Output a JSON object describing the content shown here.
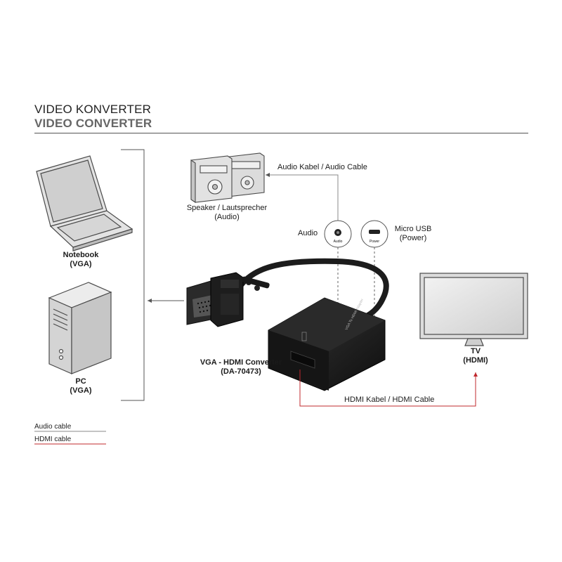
{
  "header": {
    "title_de": "VIDEO KONVERTER",
    "title_en": "VIDEO CONVERTER"
  },
  "devices": {
    "notebook": {
      "name": "Notebook",
      "port": "(VGA)"
    },
    "pc": {
      "name": "PC",
      "port": "(VGA)"
    },
    "speaker": {
      "name": "Speaker / Lautsprecher",
      "port": "(Audio)"
    },
    "tv": {
      "name": "TV",
      "port": "(HDMI)"
    },
    "converter": {
      "name": "VGA - HDMI Converter",
      "model": "(DA-70473)",
      "body_text": "VGA To HDMI Adapter"
    }
  },
  "ports": {
    "audio": {
      "label": "Audio",
      "jack_text": "Audio"
    },
    "micro_usb": {
      "label": "Micro USB",
      "sub": "(Power)",
      "jack_text": "Power"
    }
  },
  "cables": {
    "audio_cable_label": "Audio Kabel / Audio Cable",
    "hdmi_cable_label": "HDMI Kabel / HDMI Cable"
  },
  "legend": {
    "audio": "Audio cable",
    "hdmi": "HDMI cable"
  },
  "colors": {
    "hdmi_line": "#c0282d",
    "audio_line": "#888888",
    "device_fill": "#dedede",
    "device_stroke": "#4a4a4a",
    "converter_body": "#1c1c1c"
  }
}
